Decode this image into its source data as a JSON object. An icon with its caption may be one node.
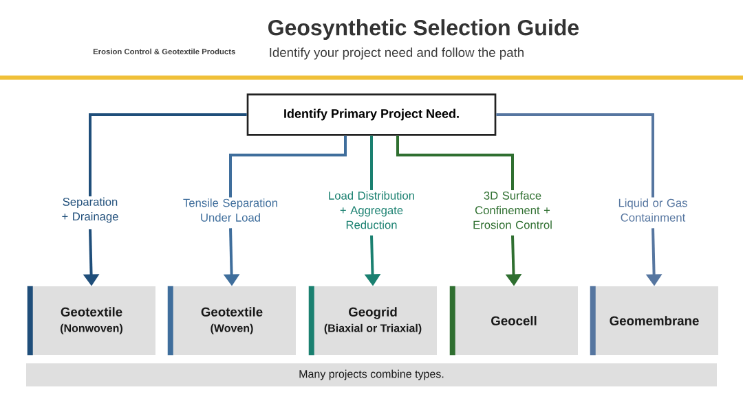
{
  "diagram": {
    "title": "Geosynthetic Selection Guide",
    "nodes": [
      {
        "text": [
          "Identify Primary Project Need."
        ]
      },
      {
        "text": [
          "Separation + Drainage"
        ]
      },
      {
        "text": [
          "Tensile Separation Under Load"
        ]
      },
      {
        "text": [
          "Load Distribution + Aggregate Reduction"
        ]
      },
      {
        "text": [
          "3D Surface Confinement + Erosion Control"
        ]
      },
      {
        "text": [
          "Liquid or Gas Containment"
        ]
      },
      {
        "text": [
          "Geotextile",
          "(Nonwoven)"
        ]
      },
      {
        "text": [
          "Geotextile",
          "(Woven)"
        ]
      },
      {
        "text": [
          "Geogrid",
          "(Biaxial or Triaxial)"
        ]
      },
      {
        "text": [
          "Geocell"
        ]
      },
      {
        "text": [
          "Geomembrane"
        ]
      },
      {
        "text": [
          "Many projects combine types."
        ]
      }
    ],
    "edges": [
      {
        "from": 0,
        "to": 1,
        "arrow": "none",
        "color": "#1f4e7a"
      },
      {
        "from": 0,
        "to": 2,
        "arrow": "none",
        "color": "#3f6e9c"
      },
      {
        "from": 0,
        "to": 3,
        "arrow": "none",
        "color": "#1a8070"
      },
      {
        "from": 0,
        "to": 4,
        "arrow": "none",
        "color": "#2f6f30"
      },
      {
        "from": 0,
        "to": 5,
        "arrow": "none",
        "color": "#5676a0"
      },
      {
        "from": 1,
        "to": 6,
        "arrow": "to",
        "color": "#1f4e7a"
      },
      {
        "from": 2,
        "to": 7,
        "arrow": "to",
        "color": "#3f6e9c"
      },
      {
        "from": 3,
        "to": 8,
        "arrow": "to",
        "color": "#1a8070"
      },
      {
        "from": 4,
        "to": 9,
        "arrow": "to",
        "color": "#2f6f30"
      },
      {
        "from": 5,
        "to": 10,
        "arrow": "to",
        "color": "#5676a0"
      }
    ],
    "labels": [
      "Erosion Control & Geotextile Products",
      "Identify your project need and follow the path"
    ]
  }
}
